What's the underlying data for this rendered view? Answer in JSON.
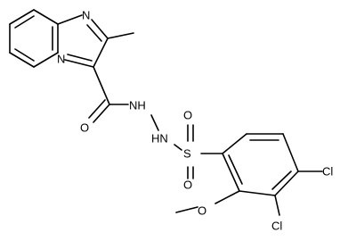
{
  "structure": {
    "atoms": {
      "n_imine": "N",
      "n_bridge": "N",
      "carbonyl_o": "O",
      "nh1": "NH",
      "nh2": "HN",
      "sulfur": "S",
      "so_top": "O",
      "so_bottom": "O",
      "cl_upper": "Cl",
      "cl_lower": "Cl",
      "methoxy": "O"
    },
    "colors": {
      "ink": "#000000",
      "background": "#ffffff"
    }
  }
}
